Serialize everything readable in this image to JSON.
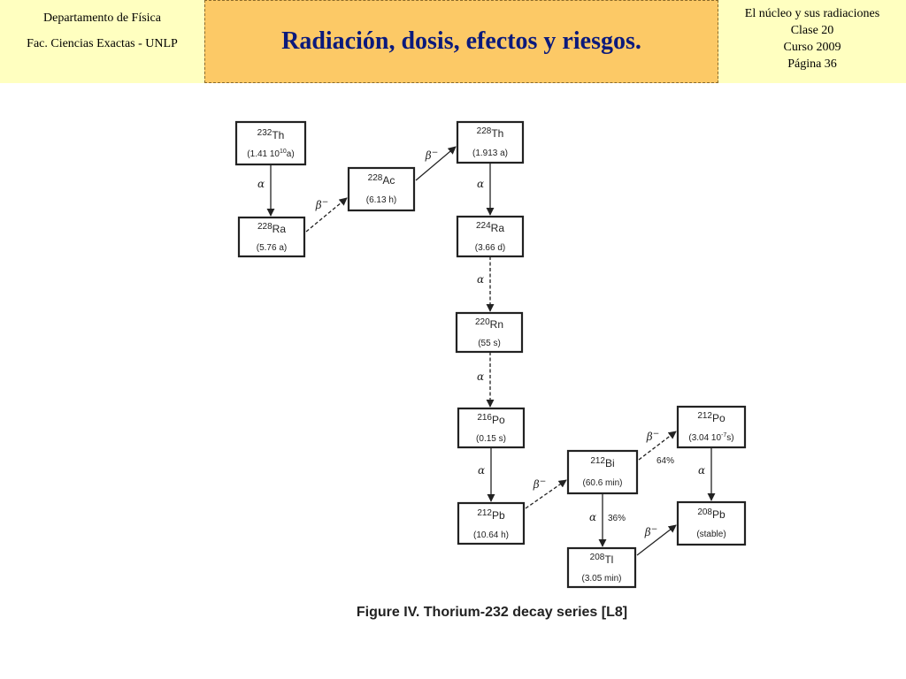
{
  "header": {
    "left_line1": "Departamento de Física",
    "left_line2": "Fac. Ciencias Exactas - UNLP",
    "title": "Radiación, dosis, efectos y riesgos.",
    "right_line1": "El núcleo y sus radiaciones",
    "right_line2": "Clase 20",
    "right_line3": "Curso 2009",
    "right_line4": "Página 36"
  },
  "diagram": {
    "caption": "Figure IV.  Thorium-232 decay series [L8]",
    "nuclides": {
      "th232": {
        "mass": "232",
        "symbol": "Th",
        "half_life": "(1.41 10",
        "half_life_exp": "10",
        "half_life_unit": "a)"
      },
      "ra228": {
        "mass": "228",
        "symbol": "Ra",
        "half_life": "(5.76 a)"
      },
      "ac228": {
        "mass": "228",
        "symbol": "Ac",
        "half_life": "(6.13 h)"
      },
      "th228": {
        "mass": "228",
        "symbol": "Th",
        "half_life": "(1.913 a)"
      },
      "ra224": {
        "mass": "224",
        "symbol": "Ra",
        "half_life": "(3.66 d)"
      },
      "rn220": {
        "mass": "220",
        "symbol": "Rn",
        "half_life": "(55 s)"
      },
      "po216": {
        "mass": "216",
        "symbol": "Po",
        "half_life": "(0.15 s)"
      },
      "pb212": {
        "mass": "212",
        "symbol": "Pb",
        "half_life": "(10.64 h)"
      },
      "bi212": {
        "mass": "212",
        "symbol": "Bi",
        "half_life": "(60.6 min)"
      },
      "po212": {
        "mass": "212",
        "symbol": "Po",
        "half_life": "(3.04 10",
        "half_life_exp": "-7",
        "half_life_unit": "s)"
      },
      "tl208": {
        "mass": "208",
        "symbol": "Tl",
        "half_life": "(3.05 min)"
      },
      "pb208": {
        "mass": "208",
        "symbol": "Pb",
        "half_life": "(stable)"
      }
    },
    "labels": {
      "alpha": "α",
      "beta": "β",
      "beta_sup": "−",
      "bi_beta_pct": "64%",
      "bi_alpha_pct": "36%"
    }
  }
}
